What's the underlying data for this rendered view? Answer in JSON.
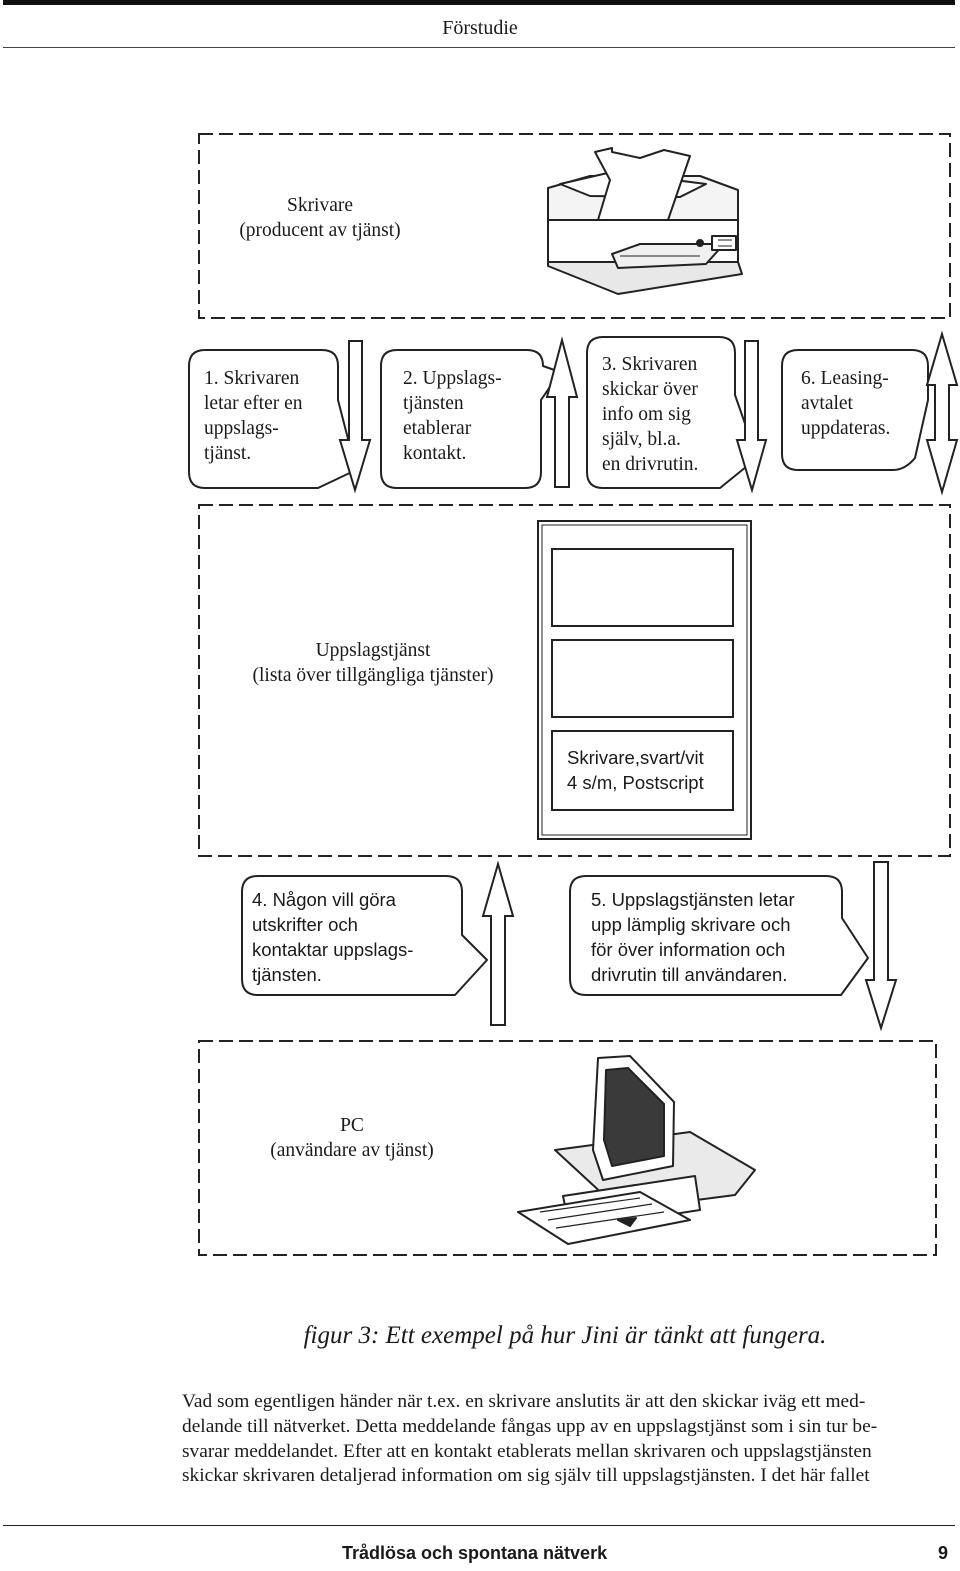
{
  "header": {
    "title": "Förstudie"
  },
  "diagram": {
    "printer_box": {
      "line1": "Skrivare",
      "line2": "(producent av tjänst)"
    },
    "bubbles": {
      "b1": [
        "1. Skrivaren",
        "letar efter en",
        "uppslags-",
        "tjänst."
      ],
      "b2": [
        "2. Uppslags-",
        "tjänsten",
        "etablerar",
        "kontakt."
      ],
      "b3": [
        "3. Skrivaren",
        "skickar över",
        "info om sig",
        "själv, bl.a.",
        "en drivrutin."
      ],
      "b6": [
        "6. Leasing-",
        "avtalet",
        "uppdateras."
      ],
      "b4": [
        "4. Någon vill göra",
        "utskrifter och",
        "kontaktar uppslags-",
        "tjänsten."
      ],
      "b5": [
        "5. Uppslagstjänsten letar",
        "upp lämplig skrivare och",
        "för över information och",
        "drivrutin till användaren."
      ]
    },
    "lookup_box": {
      "line1": "Uppslagstjänst",
      "line2": "(lista över tillgängliga tjänster)"
    },
    "service_entry": {
      "line1": "Skrivare,svart/vit",
      "line2": "4 s/m, Postscript"
    },
    "pc_box": {
      "line1": "PC",
      "line2": "(användare av tjänst)"
    }
  },
  "caption": "figur 3: Ett exempel på hur Jini är tänkt att fungera.",
  "paragraph": [
    "Vad som egentligen händer när t.ex. en skrivare anslutits är att den skickar iväg ett med-",
    "delande till nätverket. Detta meddelande fångas upp av en uppslagstjänst som i sin tur be-",
    "svarar meddelandet. Efter att en kontakt etablerats mellan skrivaren och uppslagstjänsten",
    "skickar skrivaren detaljerad information om sig själv till uppslagstjänsten. I det här fallet"
  ],
  "footer": {
    "title": "Trådlösa och spontana nätverk",
    "page": "9"
  }
}
